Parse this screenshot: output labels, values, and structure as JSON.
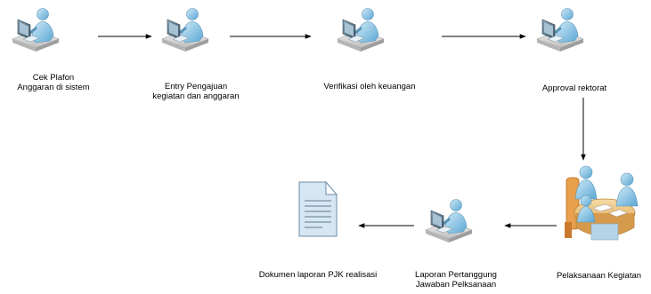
{
  "steps": {
    "cek_plafon": "Cek Plafon\nAnggaran di sistem",
    "entry": "Entry Pengajuan\nkegiatan dan anggaran",
    "verifikasi": "Verifikasi oleh keuangan",
    "approval": "Approval rektorat",
    "pelaksanaan": "Pelaksanaan Kegiatan",
    "laporan": "Laporan Pertanggung\nJawaban Pelksanaan",
    "dokumen": "Dokumen laporan PJK realisasi"
  },
  "colors": {
    "person": "#8ec7e6",
    "skin": "#b9dcef",
    "monitor": "#5a7486",
    "desk": "#d9d9d9",
    "table": "#e8c07a",
    "chair": "#d47a2a",
    "arrow": "#000000"
  }
}
